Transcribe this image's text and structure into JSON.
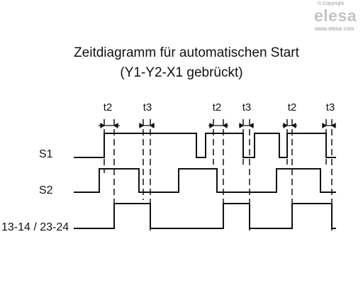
{
  "watermark": {
    "copyright": "© Copyright",
    "brand": "elesa",
    "url": "www.elesa.com"
  },
  "title": {
    "line1": "Zeitdiagramm für automatischen Start",
    "line2": "(Y1-Y2-X1 gebrückt)"
  },
  "signals": [
    {
      "label": "S1"
    },
    {
      "label": "S2"
    },
    {
      "label": "13-14 / 23-24"
    }
  ],
  "time_markers": [
    {
      "label": "t2"
    },
    {
      "label": "t3"
    },
    {
      "label": "t2"
    },
    {
      "label": "t3"
    },
    {
      "label": "t2"
    },
    {
      "label": "t3"
    }
  ],
  "colors": {
    "line": "#111111",
    "watermark": "#c4c4c4"
  }
}
